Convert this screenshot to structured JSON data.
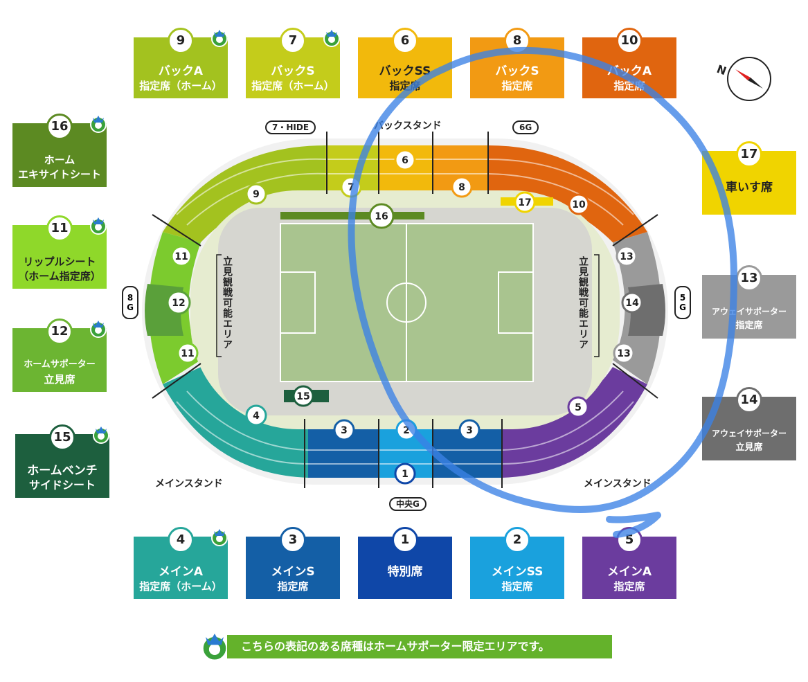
{
  "cards": {
    "c9": {
      "num": "9",
      "l1": "バックA",
      "l2": "指定席（ホーム）",
      "color": "#a3c21f"
    },
    "c7": {
      "num": "7",
      "l1": "バックS",
      "l2": "指定席（ホーム）",
      "color": "#c4cc1b"
    },
    "c6": {
      "num": "6",
      "l1": "バックSS",
      "l2": "指定席",
      "color": "#f2b90c"
    },
    "c8": {
      "num": "8",
      "l1": "バックS",
      "l2": "指定席",
      "color": "#f29a13"
    },
    "c10": {
      "num": "10",
      "l1": "バックA",
      "l2": "指定席",
      "color": "#e0650f"
    },
    "c16": {
      "num": "16",
      "l1": "ホーム",
      "l2": "エキサイトシート",
      "color": "#5c8a22"
    },
    "c11": {
      "num": "11",
      "l1": "リップルシート",
      "l2": "（ホーム指定席）",
      "color": "#8fd82a"
    },
    "c12": {
      "num": "12",
      "l1": "ホームサポーター",
      "l2": "立見席",
      "color": "#6cb532"
    },
    "c15": {
      "num": "15",
      "l1": "ホームベンチ",
      "l2": "サイドシート",
      "color": "#1d5f3e"
    },
    "c17": {
      "num": "17",
      "l1": "車いす席",
      "l2": "",
      "color": "#f0d400"
    },
    "c13": {
      "num": "13",
      "l1": "アウェイサポーター",
      "l2": "指定席",
      "color": "#9a9a9a"
    },
    "c14": {
      "num": "14",
      "l1": "アウェイサポーター",
      "l2": "立見席",
      "color": "#6e6e6e"
    },
    "c4": {
      "num": "4",
      "l1": "メインA",
      "l2": "指定席（ホーム）",
      "color": "#26a69a"
    },
    "c3": {
      "num": "3",
      "l1": "メインS",
      "l2": "指定席",
      "color": "#145fa6"
    },
    "c1": {
      "num": "1",
      "l1": "特別席",
      "l2": "",
      "color": "#0f47a8"
    },
    "c2": {
      "num": "2",
      "l1": "メインSS",
      "l2": "指定席",
      "color": "#1aa1dd"
    },
    "c5": {
      "num": "5",
      "l1": "メインA",
      "l2": "指定席",
      "color": "#6b3c9e"
    }
  },
  "map": {
    "back_stand": "バックスタンド",
    "main_stand_left": "メインスタンド",
    "main_stand_right": "メインスタンド",
    "gate_back_left": "7・HIDE",
    "gate_back_right": "6G",
    "gate_main": "中央G",
    "gate_left": "8G",
    "gate_right": "5G",
    "standing_left": "立見観戦可能エリア",
    "standing_right": "立見観戦可能エリア"
  },
  "footer": {
    "text": "こちらの表記のある席種はホームサポーター限定エリアです。"
  },
  "compass": {
    "label": "N"
  }
}
